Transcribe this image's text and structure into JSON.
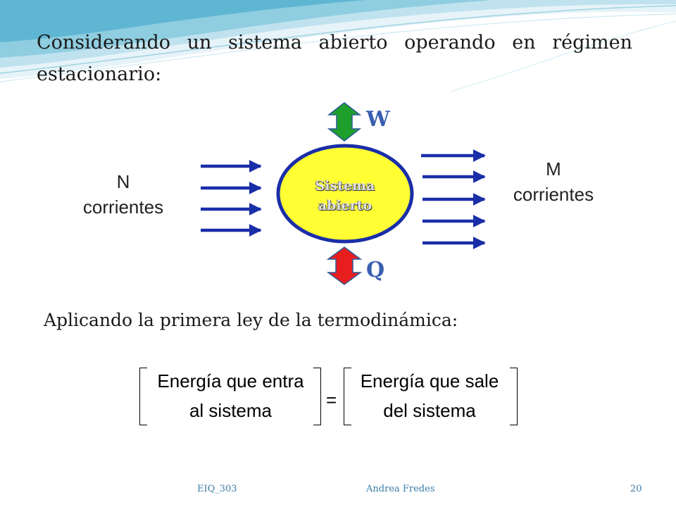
{
  "slide": {
    "intro_line1": "Considerando un sistema abierto operando en régimen",
    "intro_line2": "estacionario:",
    "applying": "Aplicando la primera ley de la termodinámica:"
  },
  "diagram": {
    "work_label": "W",
    "heat_label": "Q",
    "center_line1": "Sistema",
    "center_line2": "abierto",
    "in_label_line1": "N",
    "in_label_line2": "corrientes",
    "out_label_line1": "M",
    "out_label_line2": "corrientes",
    "colors": {
      "ellipse_fill": "#ffff33",
      "ellipse_stroke": "#1a2ea8",
      "arrow": "#1a2ea8",
      "work_arrow": "#1e9e2a",
      "heat_arrow": "#e81e1e"
    }
  },
  "equation": {
    "left_line1": "Energía que entra",
    "left_line2": "al sistema",
    "operator": "=",
    "right_line1": "Energía que sale",
    "right_line2": "del sistema"
  },
  "footer": {
    "course": "EIQ_303",
    "author": "Andrea Fredes",
    "page": "20"
  }
}
